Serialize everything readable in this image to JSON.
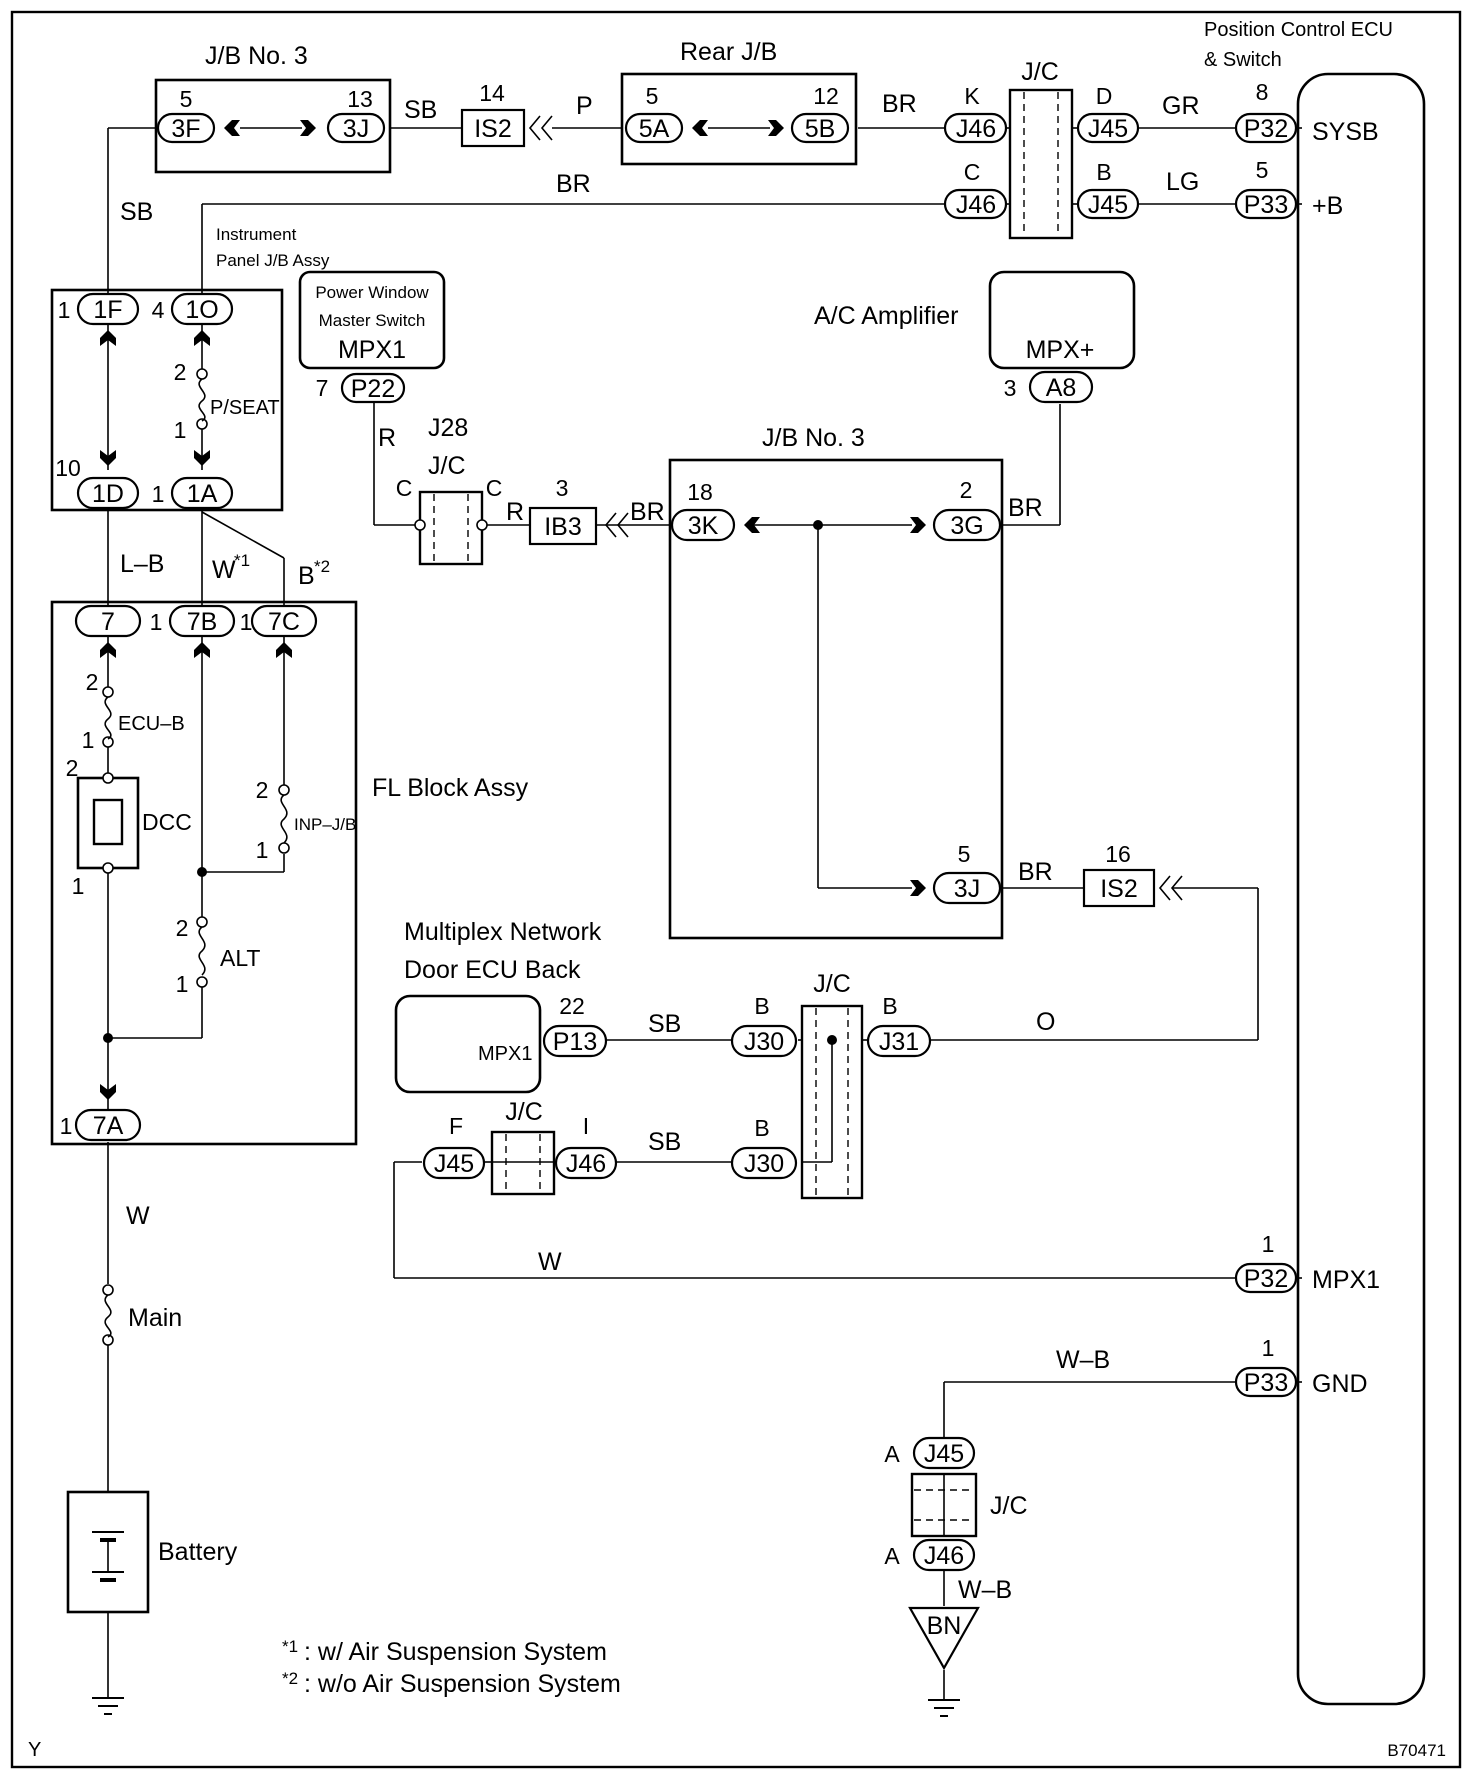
{
  "blocks": {
    "jb3_top": "J/B No. 3",
    "rear_jb": "Rear J/B",
    "jc": "J/C",
    "ecu_line1": "Position Control ECU",
    "ecu_line2": "& Switch",
    "ipjb_line1": "Instrument",
    "ipjb_line2": "Panel J/B Assy",
    "pw_line1": "Power Window",
    "pw_line2": "Master Switch",
    "pw_term": "MPX1",
    "ac_amp": "A/C Amplifier",
    "ac_term": "MPX+",
    "j28": "J28",
    "jb3_mid": "J/B No. 3",
    "fl_block": "FL Block Assy",
    "mpx_line1": "Multiplex Network",
    "mpx_line2": "Door ECU Back",
    "mpx_term": "MPX1",
    "battery": "Battery",
    "main_fuse": "Main",
    "bn": "BN"
  },
  "ecu_terminals": {
    "sysb": "SYSB",
    "plusb": "+B",
    "mpx1": "MPX1",
    "gnd": "GND"
  },
  "connectors": {
    "c3F": "3F",
    "c3J": "3J",
    "cIS2": "IS2",
    "c5A": "5A",
    "c5B": "5B",
    "cJ46": "J46",
    "cJ45": "J45",
    "cP32": "P32",
    "cP33": "P33",
    "c1F": "1F",
    "c1O": "1O",
    "c1D": "1D",
    "c1A": "1A",
    "cP22": "P22",
    "cA8": "A8",
    "cIB3": "IB3",
    "c3K": "3K",
    "c3G": "3G",
    "c7": "7",
    "c7B": "7B",
    "c7C": "7C",
    "c7A": "7A",
    "cP13": "P13",
    "cJ30": "J30",
    "cJ31": "J31"
  },
  "pins": {
    "p5": "5",
    "p13": "13",
    "p14": "14",
    "p12": "12",
    "p8": "8",
    "p1": "1",
    "p4": "4",
    "p2": "2",
    "p10": "10",
    "p7": "7",
    "p3": "3",
    "p18": "18",
    "p16": "16",
    "p22": "22",
    "K": "K",
    "D": "D",
    "C": "C",
    "B": "B",
    "F": "F",
    "I": "I",
    "A": "A"
  },
  "wires": {
    "SB": "SB",
    "P": "P",
    "BR": "BR",
    "GR": "GR",
    "LG": "LG",
    "R": "R",
    "LB": "L–B",
    "W": "W",
    "O": "O",
    "WB": "W–B",
    "Wstar": "W",
    "Bstar": "B"
  },
  "fuses": {
    "pseat": "P/SEAT",
    "ecub": "ECU–B",
    "dcc": "DCC",
    "inpjb": "INP–J/B",
    "alt": "ALT"
  },
  "footnote_marks": {
    "n1": "*1",
    "n2": "*2"
  },
  "notes": {
    "n1": ": w/ Air Suspension System",
    "n2": ": w/o Air Suspension System"
  },
  "corner_left": "Y",
  "corner_right": "B70471"
}
